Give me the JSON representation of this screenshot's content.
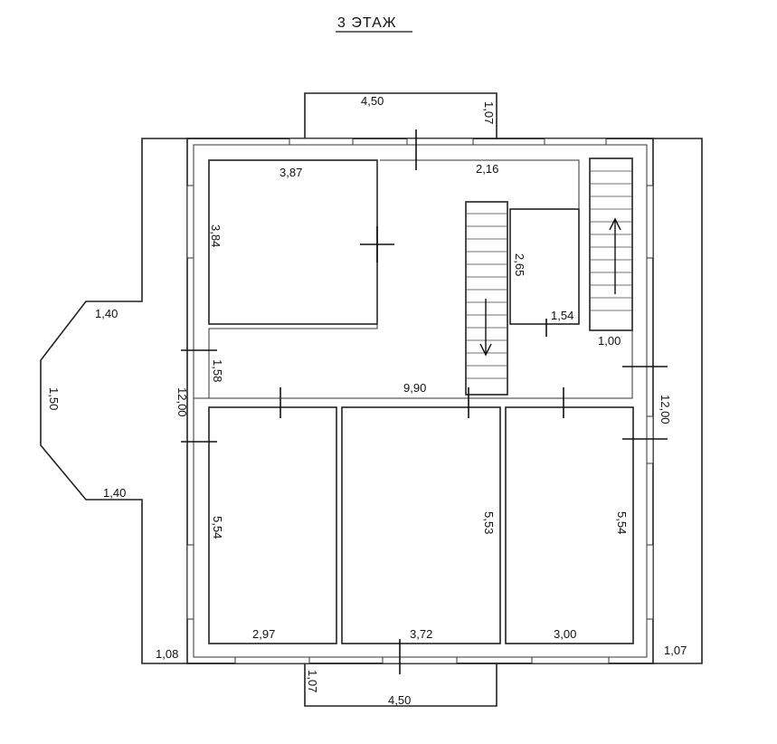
{
  "title": "3 ЭТАЖ",
  "labels": {
    "top_dim_450": "4,50",
    "top_dim_107": "1,07",
    "room_tl_width": "3,87",
    "room_tl_height": "3,84",
    "hall_dim_216": "2,16",
    "stair_dim_265": "2,65",
    "stair_dim_154": "1,54",
    "stair_dim_100": "1,00",
    "bay_top": "1,40",
    "bay_mid": "1,50",
    "bay_bottom": "1,40",
    "corridor_158": "1,58",
    "left_1200": "12,00",
    "corridor_990": "9,90",
    "right_1200": "12,00",
    "room_bl_height": "5,54",
    "room_bm_height": "5,53",
    "room_br_height": "5,54",
    "room_bl_width": "2,97",
    "room_bm_width": "3,72",
    "room_br_width": "3,00",
    "corner_bl": "1,08",
    "corner_br": "1,07",
    "bottom_dim_107": "1,07",
    "bottom_dim_450": "4,50"
  }
}
